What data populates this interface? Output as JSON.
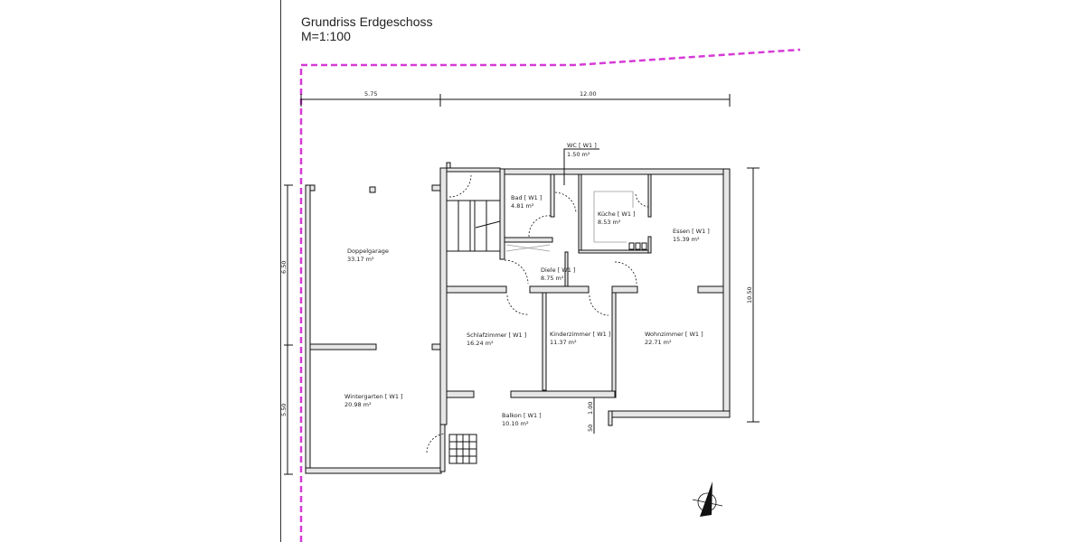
{
  "drawing": {
    "title": "Grundriss Erdgeschoss",
    "scale": "M=1:100",
    "property_line_color": "#d63bd6"
  },
  "dimensions": {
    "top_left": "5.75",
    "top_right": "12.00",
    "left_upper": "6.50",
    "left_lower": "5.50",
    "right": "10.50",
    "balcony_depth": "1.00",
    "balcony_step": "50"
  },
  "rooms": {
    "wc": {
      "name": "WC [ W1 ]",
      "area": "1.50 m²"
    },
    "bad": {
      "name": "Bad [ W1 ]",
      "area": "4.81 m²"
    },
    "kueche": {
      "name": "Küche [ W1 ]",
      "area": "8.53 m²"
    },
    "essen": {
      "name": "Essen [ W1 ]",
      "area": "15.39 m²"
    },
    "diele": {
      "name": "Diele [ W1 ]",
      "area": "8.75 m²"
    },
    "schlafzimmer": {
      "name": "Schlafzimmer [ W1 ]",
      "area": "16.24 m²"
    },
    "kinderzimmer": {
      "name": "Kinderzimmer [ W1 ]",
      "area": "11.37 m²"
    },
    "wohnzimmer": {
      "name": "Wohnzimmer [ W1 ]",
      "area": "22.71 m²"
    },
    "balkon": {
      "name": "Balkon [ W1 ]",
      "area": "10.10 m²"
    },
    "doppelgarage": {
      "name": "Doppelgarage",
      "area": "33.17 m²"
    },
    "wintergarten": {
      "name": "Wintergarten [ W1 ]",
      "area": "20.98 m²"
    }
  },
  "icons": {
    "north_arrow": "north-arrow-compass-icon"
  }
}
